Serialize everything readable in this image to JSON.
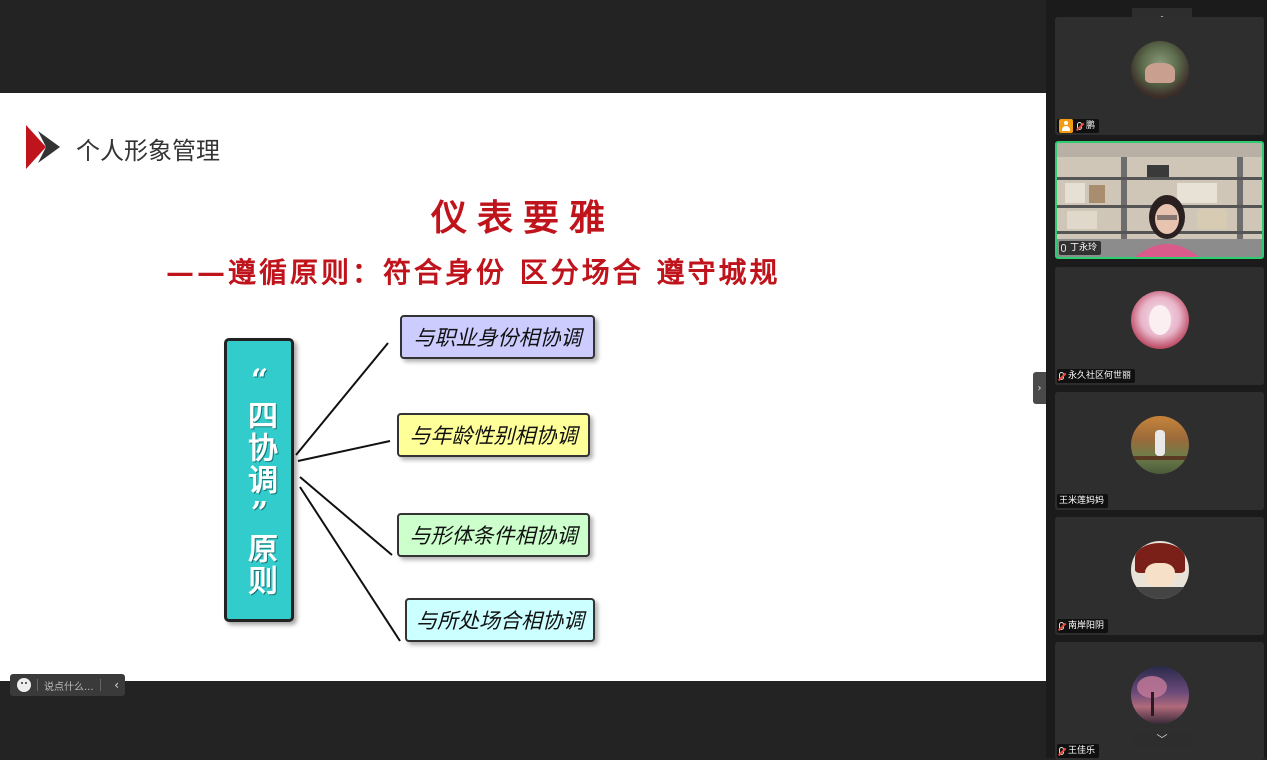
{
  "slide": {
    "heading": "个人形象管理",
    "title": "仪表要雅",
    "subtitle": "——遵循原则：符合身份 区分场合 遵守城规",
    "principle": "“四协调”原则",
    "branches": [
      {
        "label": "与职业身份相协调",
        "color": "#ccccff"
      },
      {
        "label": "与年龄性别相协调",
        "color": "#ffff99"
      },
      {
        "label": "与形体条件相协调",
        "color": "#ccffcc"
      },
      {
        "label": "与所处场合相协调",
        "color": "#ccffff"
      }
    ],
    "colors": {
      "title": "#c0141c",
      "principle_box": "#33cccc"
    }
  },
  "chat": {
    "placeholder": "说点什么..."
  },
  "participants": [
    {
      "name": "鹏",
      "mic": "muted",
      "host": true,
      "avatar_icon": "photo-avatar"
    },
    {
      "name": "丁永玲",
      "mic": "on",
      "host": false,
      "video": true
    },
    {
      "name": "永久社区何世丽",
      "mic": "muted",
      "host": false,
      "avatar_icon": "anime-avatar"
    },
    {
      "name": "王米莲妈妈",
      "mic": "",
      "host": false,
      "avatar_icon": "outdoor-photo-avatar"
    },
    {
      "name": "南岸阳阴",
      "mic": "muted",
      "host": false,
      "avatar_icon": "cartoon-girl-avatar"
    },
    {
      "name": "王佳乐",
      "mic": "muted",
      "host": false,
      "avatar_icon": "tree-sunset-avatar"
    }
  ]
}
